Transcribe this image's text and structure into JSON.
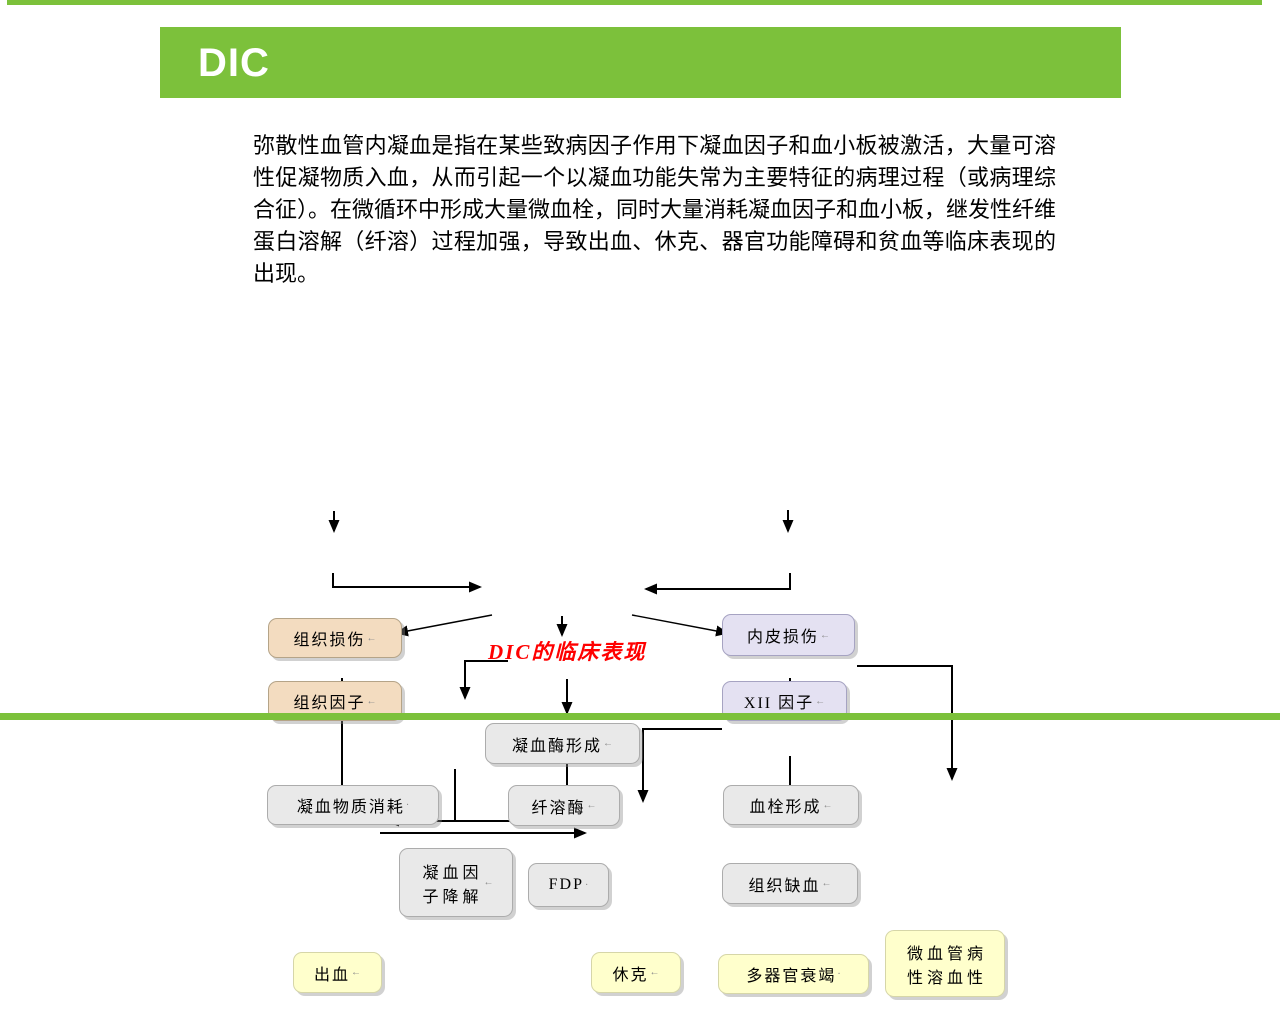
{
  "slide": {
    "header_title": "DIC",
    "paragraph": "弥散性血管内凝血是指在某些致病因子作用下凝血因子和血小板被激活，大量可溶性促凝物质入血，从而引起一个以凝血功能失常为主要特征的病理过程（或病理综合征）。在微循环中形成大量微血栓，同时大量消耗凝血因子和血小板，继发性纤维蛋白溶解（纤溶）过程加强，导致出血、休克、器官功能障碍和贫血等临床表现的出现。"
  },
  "colors": {
    "accent_green": "#7CC13B",
    "diagram_title_red": "#FF0000",
    "box_tan": "#F3DCC0",
    "box_lavender": "#E4E1F2",
    "box_gray": "#E9E9E9",
    "box_yellow": "#FFFFCC"
  },
  "diagram": {
    "title": "DIC的临床表现",
    "nodes": [
      {
        "id": "tissue-damage",
        "label": "组织损伤",
        "marker": "←",
        "color": "tan"
      },
      {
        "id": "tissue-factor",
        "label": "组织因子",
        "marker": "←",
        "color": "tan"
      },
      {
        "id": "endothelial-injury",
        "label": "内皮损伤",
        "marker": "←",
        "color": "lavender"
      },
      {
        "id": "factor-xii",
        "label": "XII 因子",
        "marker": "←",
        "color": "lavender"
      },
      {
        "id": "thrombin-formation",
        "label": "凝血酶形成",
        "marker": "←",
        "color": "gray"
      },
      {
        "id": "coagulant-consumption",
        "label": "凝血物质消耗",
        "marker": "·",
        "color": "gray"
      },
      {
        "id": "plasmin",
        "label": "纤溶酶",
        "marker": "←",
        "color": "gray"
      },
      {
        "id": "coagulation-factor-degradation",
        "label": "凝血因\n子降解",
        "marker": "←",
        "color": "gray"
      },
      {
        "id": "fdp",
        "label": "FDP",
        "marker": "·",
        "color": "gray"
      },
      {
        "id": "thrombus-formation",
        "label": "血栓形成",
        "marker": "←",
        "color": "gray"
      },
      {
        "id": "tissue-ischemia",
        "label": "组织缺血",
        "marker": "←",
        "color": "gray"
      },
      {
        "id": "bleeding",
        "label": "出血",
        "marker": "←",
        "color": "yellow"
      },
      {
        "id": "shock",
        "label": "休克",
        "marker": "←",
        "color": "yellow"
      },
      {
        "id": "multi-organ-failure",
        "label": "多器官衰竭",
        "marker": "·",
        "color": "yellow"
      },
      {
        "id": "microangiopathic-hemolysis",
        "label": "微血管病\n性溶血性",
        "marker": "",
        "color": "yellow"
      }
    ],
    "edges": [
      {
        "from": "tissue-damage",
        "to": "tissue-factor"
      },
      {
        "from": "endothelial-injury",
        "to": "factor-xii"
      },
      {
        "from": "tissue-factor",
        "to": "thrombin-formation"
      },
      {
        "from": "factor-xii",
        "to": "thrombin-formation"
      },
      {
        "from": "thrombin-formation",
        "to": "coagulant-consumption"
      },
      {
        "from": "thrombin-formation",
        "to": "plasmin"
      },
      {
        "from": "thrombin-formation",
        "to": "thrombus-formation"
      },
      {
        "from": "plasmin",
        "to": "coagulation-factor-degradation"
      },
      {
        "from": "plasmin",
        "to": "fdp"
      },
      {
        "from": "thrombus-formation",
        "to": "tissue-ischemia"
      },
      {
        "from": "thrombus-formation",
        "to": "microangiopathic-hemolysis"
      },
      {
        "from": "coagulant-consumption",
        "to": "bleeding"
      },
      {
        "from": "coagulation-factor-degradation",
        "to": "bleeding"
      },
      {
        "from": "fdp",
        "to": "bleeding"
      },
      {
        "from": "bleeding",
        "to": "shock"
      },
      {
        "from": "tissue-ischemia",
        "to": "shock"
      },
      {
        "from": "tissue-ischemia",
        "to": "multi-organ-failure"
      }
    ]
  }
}
